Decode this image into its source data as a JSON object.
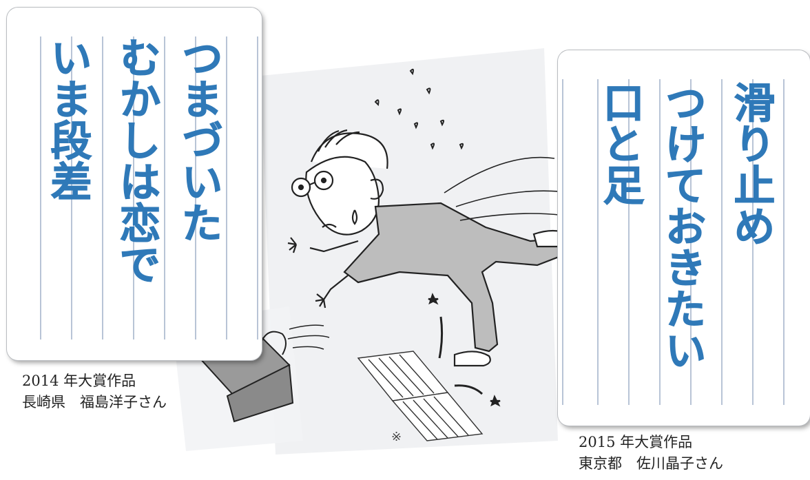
{
  "left_card": {
    "lines": [
      "つまづいた",
      "むかしは恋で",
      "いま段差"
    ]
  },
  "left_caption": {
    "line1": "2014 年大賞作品",
    "line2": "長崎県　福島洋子さん"
  },
  "right_card": {
    "lines": [
      "滑り止め",
      "つけておきたい",
      "口と足"
    ]
  },
  "right_caption": {
    "line1": "2015 年大賞作品",
    "line2": "東京都　佐川晶子さん"
  },
  "note_mark": "※",
  "colors": {
    "poem_blue": "#2f79b8",
    "card_rule": "#b8c4d6",
    "caption_text": "#222222"
  }
}
